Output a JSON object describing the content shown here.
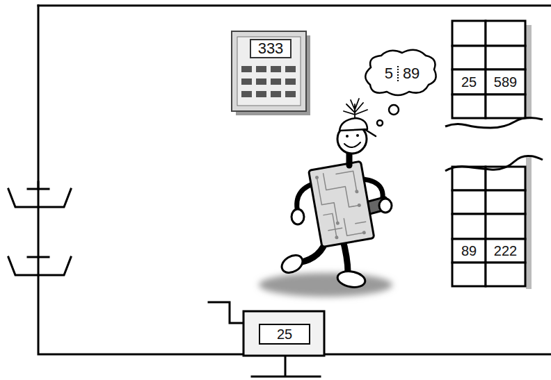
{
  "diagram": {
    "nodes": [
      {
        "text": [
          "333"
        ]
      },
      {
        "text": [
          "5",
          "89"
        ]
      },
      {
        "text": [
          "25"
        ]
      },
      {
        "text": [
          "589"
        ]
      },
      {
        "text": [
          "89"
        ]
      },
      {
        "text": [
          "222"
        ]
      },
      {
        "text": [
          "25"
        ]
      }
    ]
  }
}
